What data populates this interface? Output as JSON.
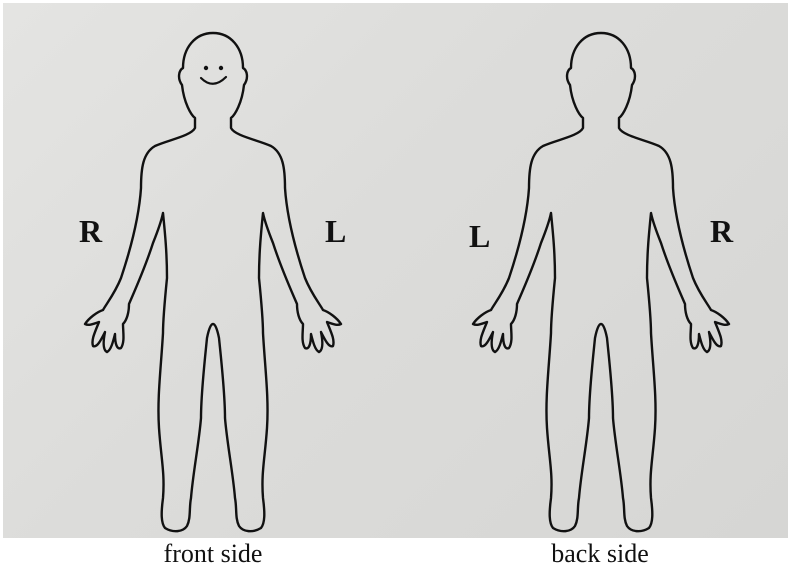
{
  "figures": [
    {
      "id": "front",
      "caption": "front side",
      "left_hand_marker": "R",
      "right_hand_marker": "L",
      "face": "smiley"
    },
    {
      "id": "back",
      "caption": "back side",
      "left_hand_marker": "L",
      "right_hand_marker": "R",
      "face": "none"
    }
  ],
  "colors": {
    "paper": "#dcdcda",
    "outline": "#111111",
    "background": "#ffffff"
  }
}
